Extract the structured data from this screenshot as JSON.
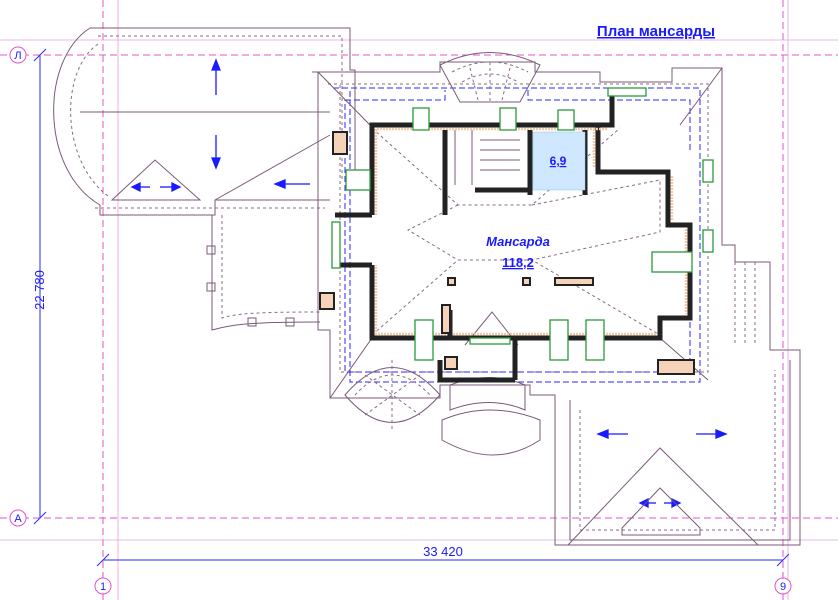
{
  "title": "План мансарды",
  "axes": {
    "row_top": "Л",
    "row_bottom": "А",
    "col_left": "1",
    "col_right": "9"
  },
  "dimensions": {
    "vertical": "22 780",
    "horizontal": "33 420"
  },
  "rooms": [
    {
      "name": "Мансарда",
      "area": "118,2"
    },
    {
      "name": "",
      "area": "6,9"
    }
  ],
  "colors": {
    "label": "#1a1aff",
    "axis": "#e055c8",
    "wall_fill": "#f6d2b8",
    "window": "#2a9a3a"
  }
}
